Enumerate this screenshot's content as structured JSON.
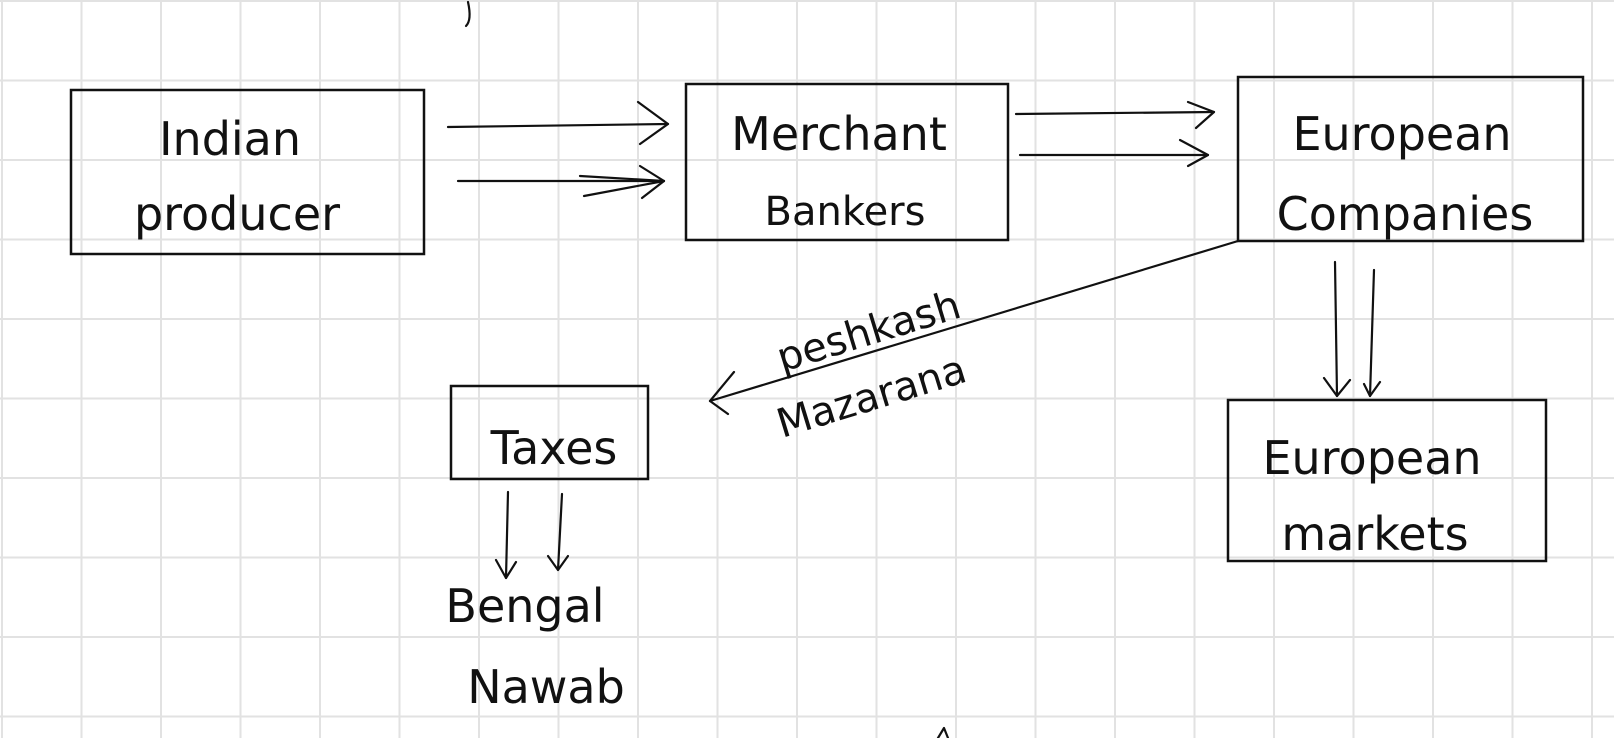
{
  "nodes": {
    "indian_producer": {
      "line1": "Indian",
      "line2": "producer"
    },
    "merchant_bankers": {
      "line1": "Merchant",
      "line2": "Bankers"
    },
    "european_companies": {
      "line1": "European",
      "line2": "Companies"
    },
    "european_markets": {
      "line1": "European",
      "line2": "markets"
    },
    "taxes": {
      "line1": "Taxes"
    },
    "bengal_nawab": {
      "line1": "Bengal",
      "line2": "Nawab"
    }
  },
  "edge_labels": {
    "companies_to_taxes": {
      "line1": "peshkash",
      "line2": "Mazarana"
    }
  }
}
